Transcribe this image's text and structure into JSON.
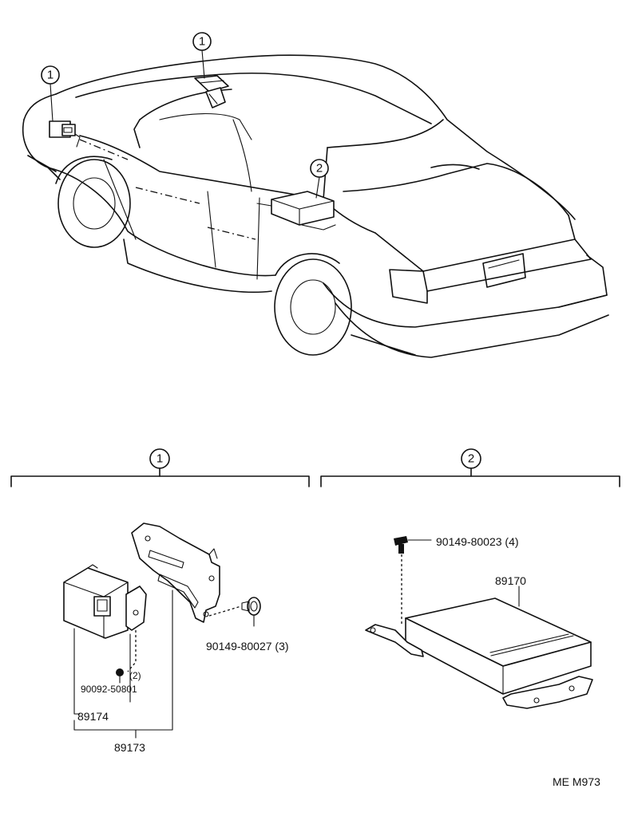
{
  "callouts": {
    "one": "1",
    "two": "2"
  },
  "group1": {
    "bracket_label": "1",
    "part_screw_3": "90149-80027 (3)",
    "part_nut_qty": "(2)",
    "part_nut": "90092-50801",
    "part_relay": "89174",
    "part_assembly": "89173"
  },
  "group2": {
    "bracket_label": "2",
    "part_screw_4": "90149-80023 (4)",
    "part_module": "89170"
  },
  "footer": {
    "code": "ME  M973"
  }
}
